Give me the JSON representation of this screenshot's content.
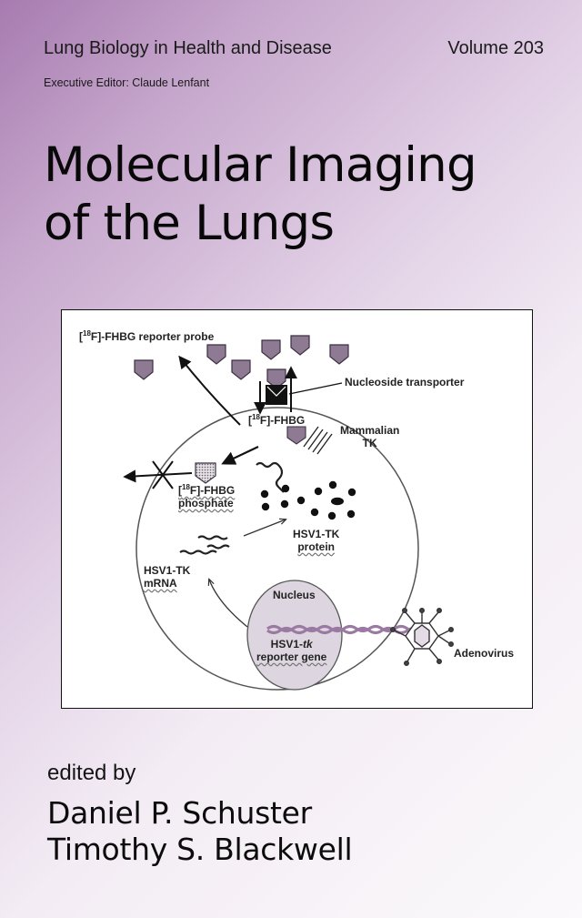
{
  "header": {
    "series": "Lung Biology in Health and Disease",
    "volume": "Volume 203",
    "editor": "Executive Editor: Claude Lenfant"
  },
  "title": {
    "line1": "Molecular Imaging",
    "line2": "of the Lungs"
  },
  "figure": {
    "probe_label": "-FHBG reporter probe",
    "transporter_label": "Nucleoside transporter",
    "fhbg_label": "-FHBG",
    "mammalian_tk_line1": "Mammalian",
    "mammalian_tk_line2": "TK",
    "phosphate_line1": "-FHBG",
    "phosphate_line2": "phosphate",
    "protein_line1": "HSV1-TK",
    "protein_line2": "protein",
    "mrna_line1": "HSV1-TK",
    "mrna_line2": "mRNA",
    "nucleus_label": "Nucleus",
    "gene_line1_prefix": "HSV1-",
    "gene_line1_italic": "tk",
    "gene_line2": "reporter gene",
    "adenovirus_label": "Adenovirus",
    "isotope_bracket_open": "[",
    "isotope_mass": "18",
    "isotope_element": "F]"
  },
  "credits": {
    "edited_by": "edited by",
    "editor1": "Daniel P. Schuster",
    "editor2": "Timothy S. Blackwell"
  },
  "colors": {
    "accent_purple": "#a77bb0",
    "probe_fill": "#8e7a92"
  }
}
